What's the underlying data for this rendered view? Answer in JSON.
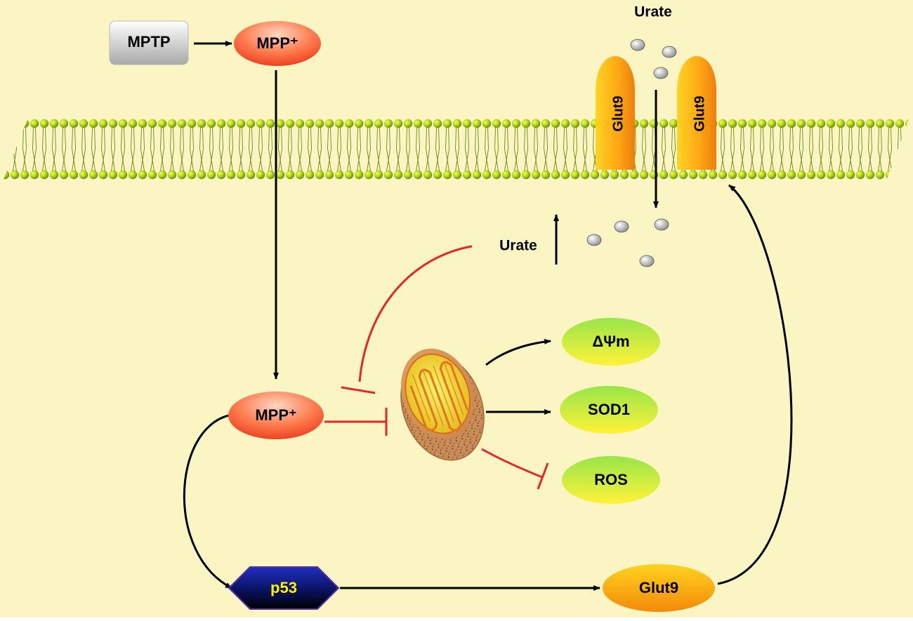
{
  "diagram": {
    "labels": {
      "mptp": "MPTP",
      "mpp_top": "MPP⁺",
      "mpp_mid": "MPP⁺",
      "urate_top": "Urate",
      "urate_mid": "Urate",
      "glut9_left": "Glut9",
      "glut9_right": "Glut9",
      "dpsi": "ΔΨm",
      "sod1": "SOD1",
      "ros": "ROS",
      "p53": "p53",
      "glut9_bottom": "Glut9"
    },
    "colors": {
      "background": "#FAF5C3",
      "activation": "#000000",
      "inhibition": "#E3262B",
      "membrane": "#8CB30A",
      "p53_text": "#FFF200"
    }
  }
}
